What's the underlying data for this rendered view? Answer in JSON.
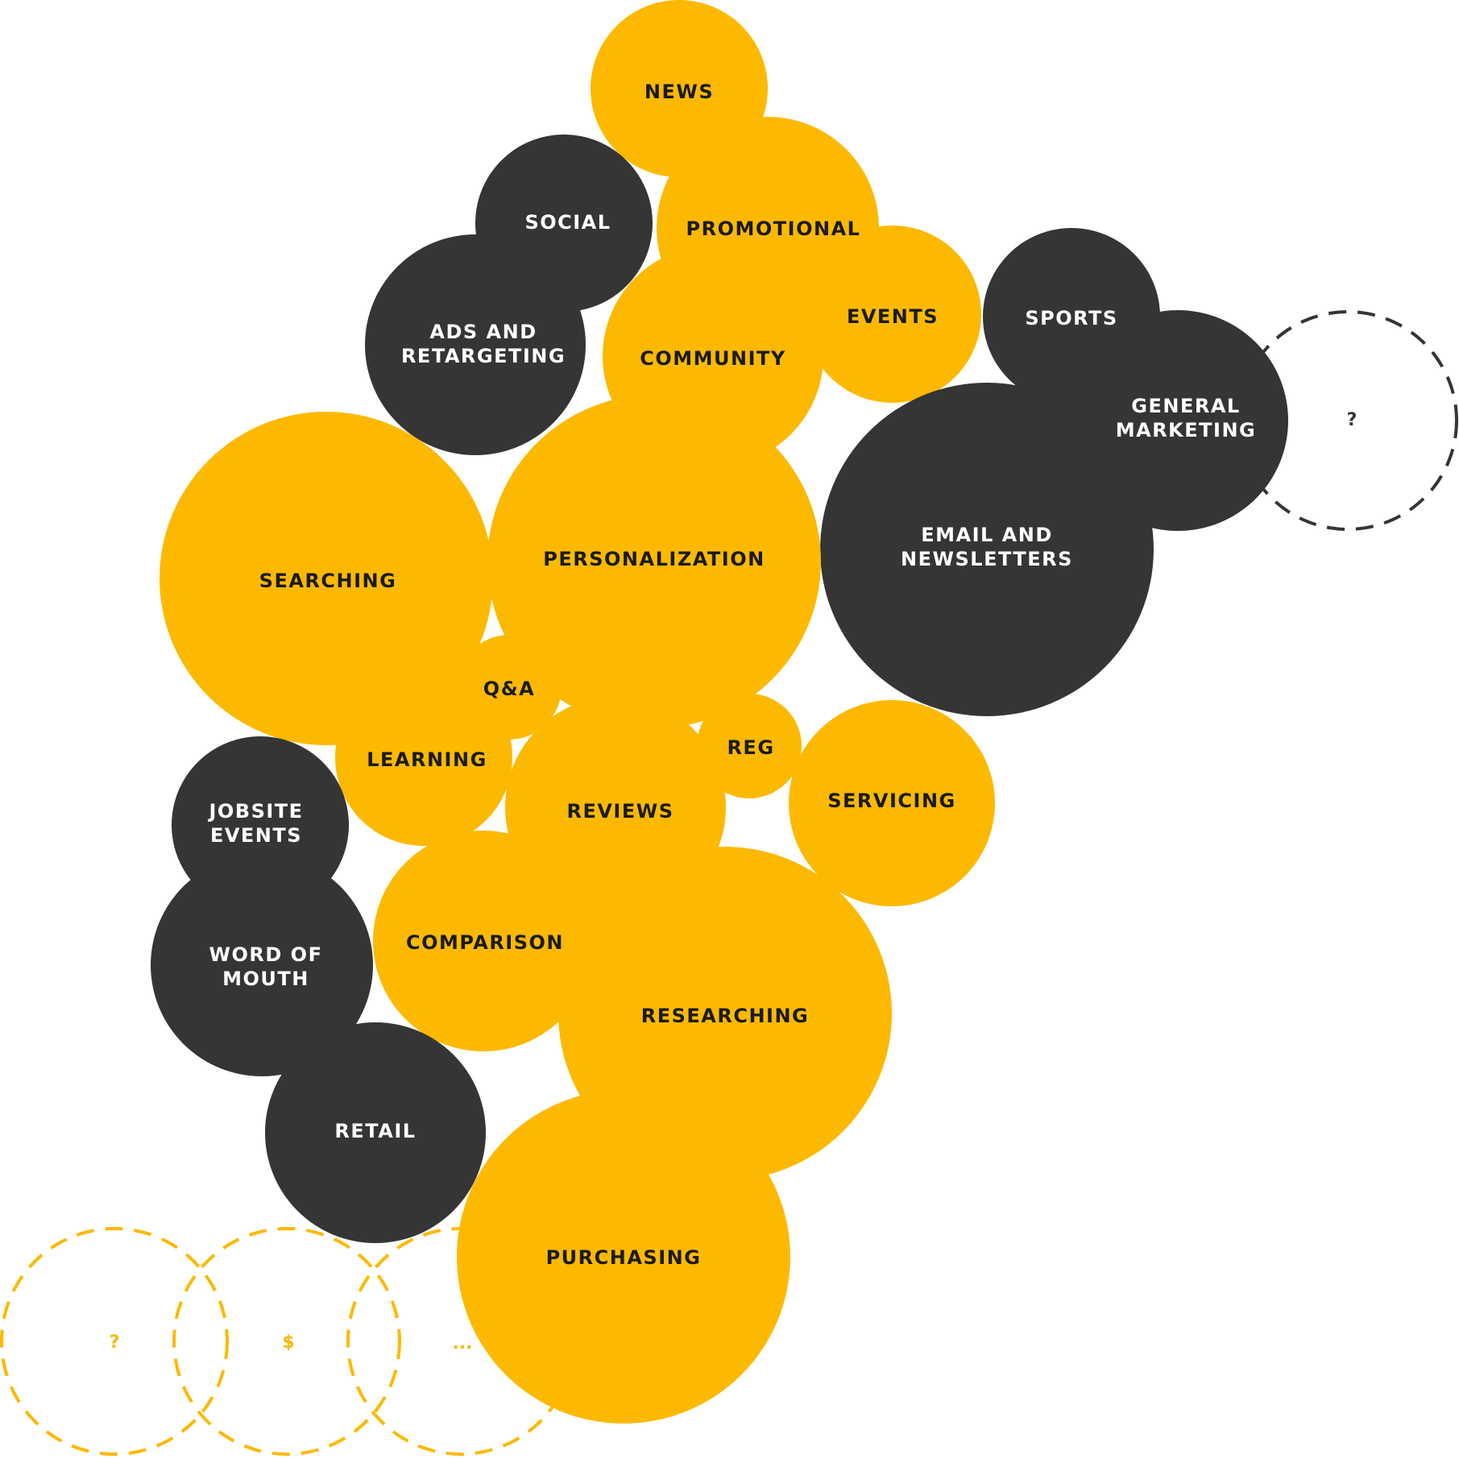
{
  "colors": {
    "yellow": "#FDB900",
    "dark": "#353535",
    "text_on_yellow": "#1a1a1a",
    "text_on_dark": "#ffffff",
    "dashed_dark": "#353535",
    "dashed_yellow": "#FDB900"
  },
  "bubbles": {
    "news": {
      "label": [
        "NEWS"
      ],
      "color": "yellow"
    },
    "social": {
      "label": [
        "SOCIAL"
      ],
      "color": "dark"
    },
    "promotional": {
      "label": [
        "PROMOTIONAL"
      ],
      "color": "yellow"
    },
    "ads": {
      "label": [
        "ADS AND",
        "RETARGETING"
      ],
      "color": "dark"
    },
    "community": {
      "label": [
        "COMMUNITY"
      ],
      "color": "yellow"
    },
    "events": {
      "label": [
        "EVENTS"
      ],
      "color": "yellow"
    },
    "sports": {
      "label": [
        "SPORTS"
      ],
      "color": "dark"
    },
    "general_marketing": {
      "label": [
        "GENERAL",
        "MARKETING"
      ],
      "color": "dark"
    },
    "email": {
      "label": [
        "EMAIL AND",
        "NEWSLETTERS"
      ],
      "color": "dark"
    },
    "searching": {
      "label": [
        "SEARCHING"
      ],
      "color": "yellow"
    },
    "personalization": {
      "label": [
        "PERSONALIZATION"
      ],
      "color": "yellow"
    },
    "qa": {
      "label": [
        "Q&A"
      ],
      "color": "yellow"
    },
    "learning": {
      "label": [
        "LEARNING"
      ],
      "color": "yellow"
    },
    "reg": {
      "label": [
        "REG"
      ],
      "color": "yellow"
    },
    "reviews": {
      "label": [
        "REVIEWS"
      ],
      "color": "yellow"
    },
    "servicing": {
      "label": [
        "SERVICING"
      ],
      "color": "yellow"
    },
    "jobsite": {
      "label": [
        "JOBSITE",
        "EVENTS"
      ],
      "color": "dark"
    },
    "word_of_mouth": {
      "label": [
        "WORD OF",
        "MOUTH"
      ],
      "color": "dark"
    },
    "comparison": {
      "label": [
        "COMPARISON"
      ],
      "color": "yellow"
    },
    "researching": {
      "label": [
        "RESEARCHING"
      ],
      "color": "yellow"
    },
    "retail": {
      "label": [
        "RETAIL"
      ],
      "color": "dark"
    },
    "purchasing": {
      "label": [
        "PURCHASING"
      ],
      "color": "yellow"
    }
  },
  "placeholders": {
    "dark_question": "?",
    "yellow_question": "?",
    "yellow_dollar": "$",
    "yellow_more": "..."
  }
}
